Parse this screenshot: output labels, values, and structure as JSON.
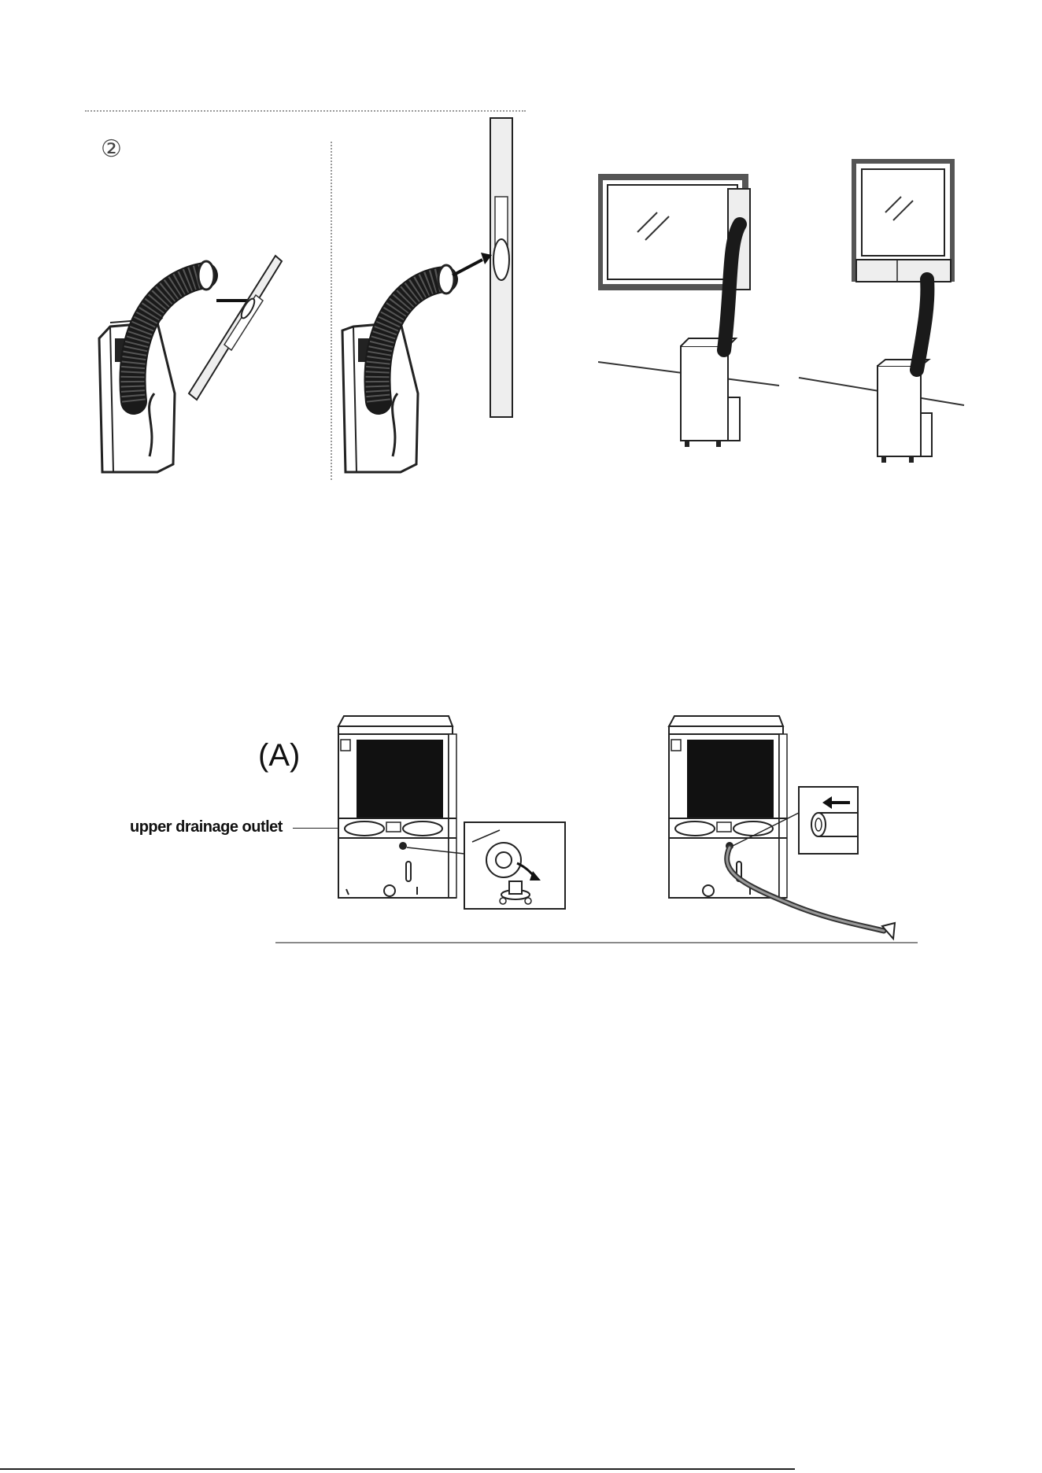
{
  "section_top": {
    "step_marker": "②"
  },
  "section_bottom": {
    "figure_label": "(A)",
    "callout_label": "upper drainage outlet"
  },
  "colors": {
    "line": "#222222",
    "dotted_rule": "#9a9a9a",
    "hose": "#1a1a1a",
    "panel_fill": "#eeeeee",
    "window_frame": "#555555"
  }
}
